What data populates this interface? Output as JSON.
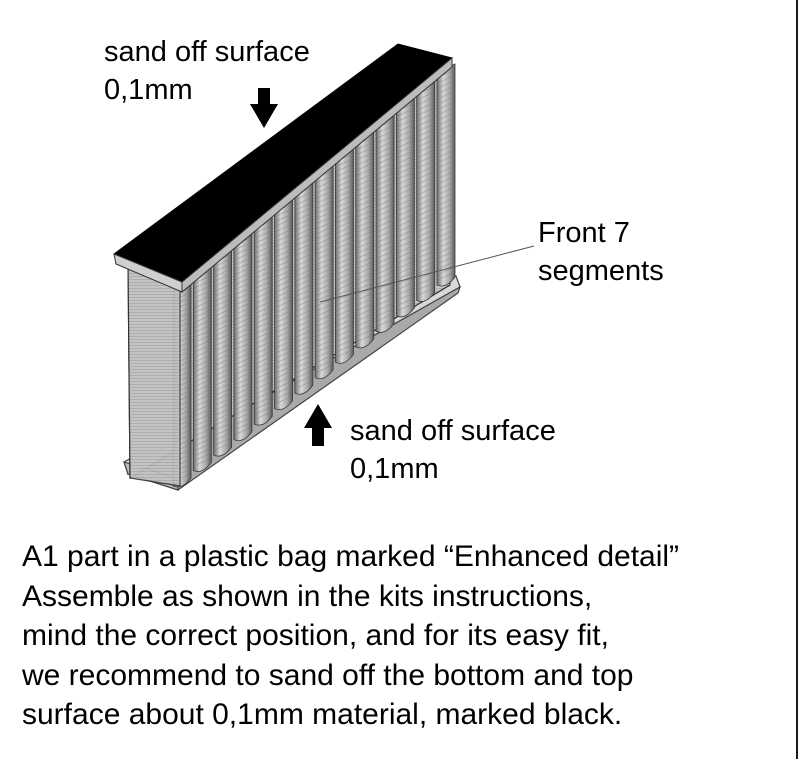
{
  "annotations": {
    "top_sand_line1": "sand off surface",
    "top_sand_line2": "0,1mm",
    "bottom_sand_line1": "sand off surface",
    "bottom_sand_line2": "0,1mm",
    "part_label_line1": "Front 7",
    "part_label_line2": "segments"
  },
  "instructions": {
    "lines": [
      "A1 part in a plastic bag marked “Enhanced detail”",
      "Assemble as shown in the kits instructions,",
      "mind the correct position, and for its easy fit,",
      "we recommend to sand off  the bottom and top",
      "surface about 0,1mm material, marked black."
    ]
  },
  "colors": {
    "sanded_surface": "#000000",
    "part_body": "#b9b9b9",
    "part_shadow": "#8a8a8a",
    "base_plate": "#d6d6d6"
  }
}
